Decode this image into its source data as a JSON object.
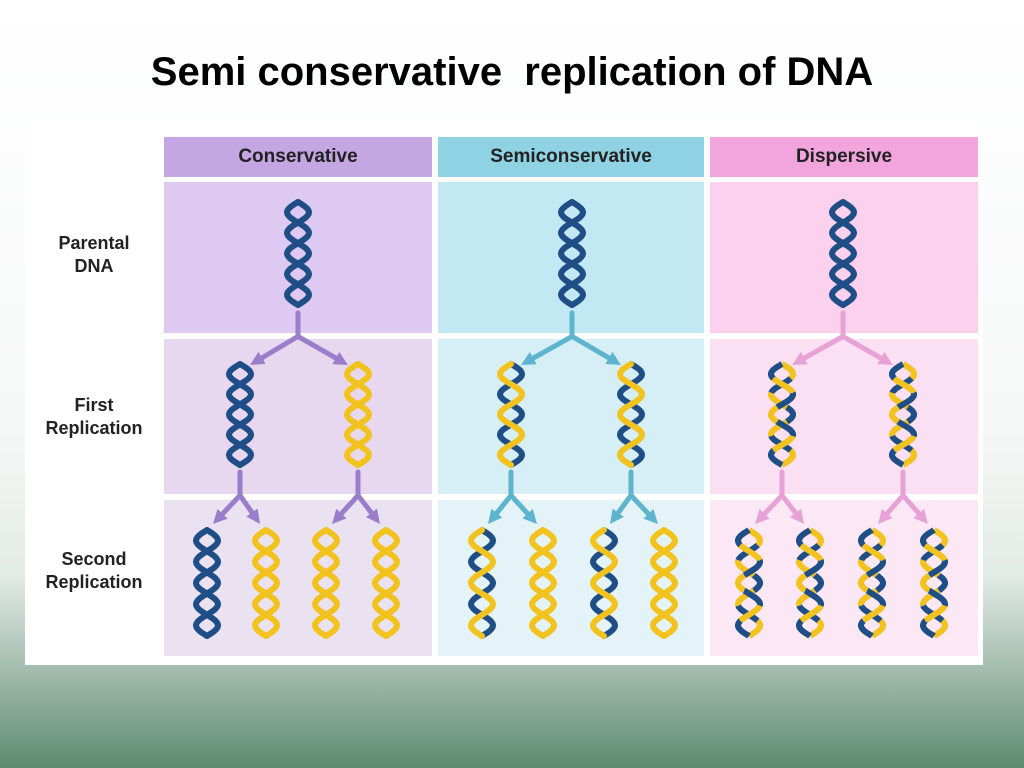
{
  "slide": {
    "title": "Semi conservative  replication of DNA"
  },
  "columns": [
    {
      "label": "Conservative",
      "header_color": "#c4a6e3",
      "cell_colors": [
        "#ddc9f1",
        "#e7d8f0",
        "#eae2f1"
      ],
      "arrow_color": "#9a7ec9"
    },
    {
      "label": "Semiconservative",
      "header_color": "#8fd2e4",
      "cell_colors": [
        "#c2e8f3",
        "#d6eff6",
        "#e3f3f7"
      ],
      "arrow_color": "#5eb4cf"
    },
    {
      "label": "Dispersive",
      "header_color": "#f1a5dc",
      "cell_colors": [
        "#fbd1ee",
        "#fbdff2",
        "#fce8f5"
      ],
      "arrow_color": "#e7a2d5"
    }
  ],
  "rows": [
    {
      "label_line1": "Parental",
      "label_line2": "DNA"
    },
    {
      "label_line1": "First",
      "label_line2": "Replication"
    },
    {
      "label_line1": "Second",
      "label_line2": "Replication"
    }
  ],
  "strand_colors": {
    "old": "#1f4e86",
    "new": "#f2c21f"
  },
  "molecules": {
    "conservative": {
      "parental": [
        [
          "old",
          "old"
        ]
      ],
      "first": [
        [
          "old",
          "old"
        ],
        [
          "new",
          "new"
        ]
      ],
      "second": [
        [
          "old",
          "old"
        ],
        [
          "new",
          "new"
        ],
        [
          "new",
          "new"
        ],
        [
          "new",
          "new"
        ]
      ]
    },
    "semiconservative": {
      "parental": [
        [
          "old",
          "old"
        ]
      ],
      "first": [
        [
          "old",
          "new"
        ],
        [
          "old",
          "new"
        ]
      ],
      "second": [
        [
          "old",
          "new"
        ],
        [
          "new",
          "new"
        ],
        [
          "old",
          "new"
        ],
        [
          "new",
          "new"
        ]
      ]
    },
    "dispersive": {
      "parental": [
        [
          "old",
          "old"
        ]
      ],
      "first": [
        [
          "mixed",
          "mixed"
        ],
        [
          "mixed",
          "mixed"
        ]
      ],
      "second": [
        [
          "mixed",
          "mixed"
        ],
        [
          "mixed",
          "mixed"
        ],
        [
          "mixed",
          "mixed"
        ],
        [
          "mixed",
          "mixed"
        ]
      ]
    }
  }
}
